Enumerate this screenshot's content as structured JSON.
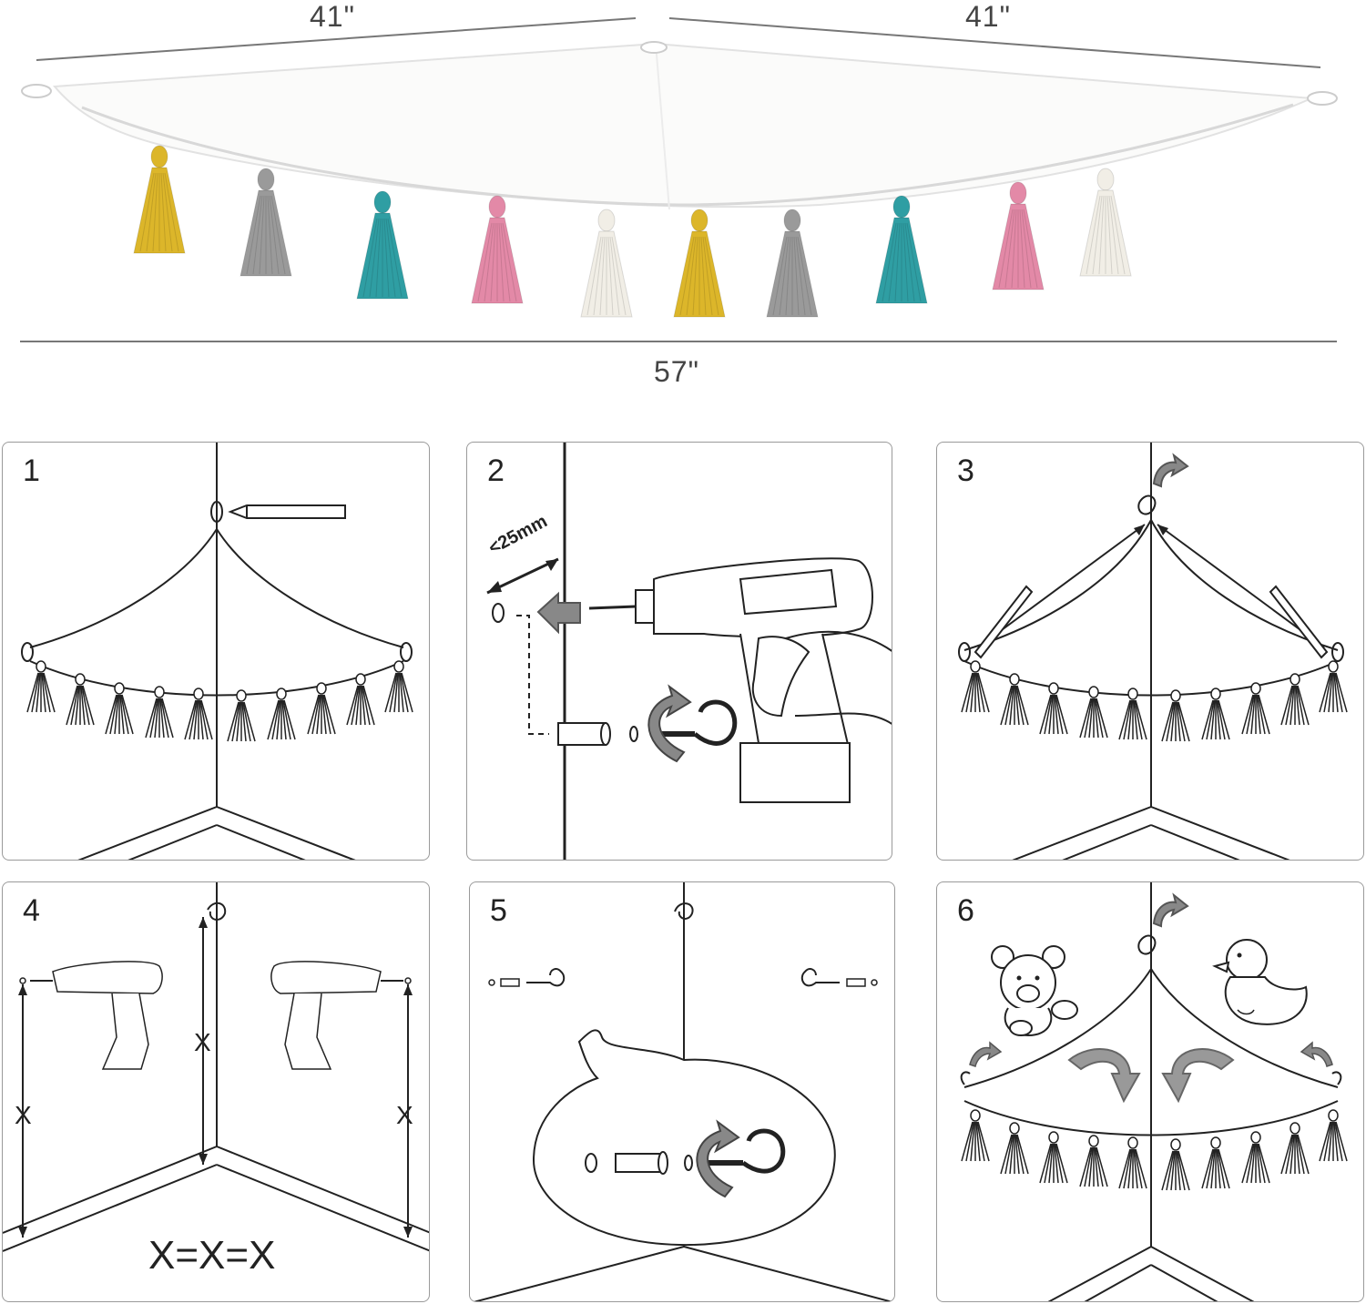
{
  "dimensions": {
    "left_edge": "41\"",
    "right_edge": "41\"",
    "width": "57\""
  },
  "product": {
    "tassel_colors": [
      "#dcb62a",
      "#9a9a9a",
      "#2f9ea3",
      "#e389a7",
      "#f1eee6",
      "#dcb62a",
      "#9a9a9a",
      "#2f9ea3",
      "#e389a7",
      "#f1eee6"
    ],
    "fabric_color": "#ffffff"
  },
  "steps": [
    {
      "number": "1"
    },
    {
      "number": "2",
      "depth_label": "<25mm"
    },
    {
      "number": "3"
    },
    {
      "number": "4",
      "x_marker_left": "X",
      "x_marker_center": "X",
      "x_marker_right": "X",
      "equation": "X=X=X"
    },
    {
      "number": "5"
    },
    {
      "number": "6"
    }
  ]
}
